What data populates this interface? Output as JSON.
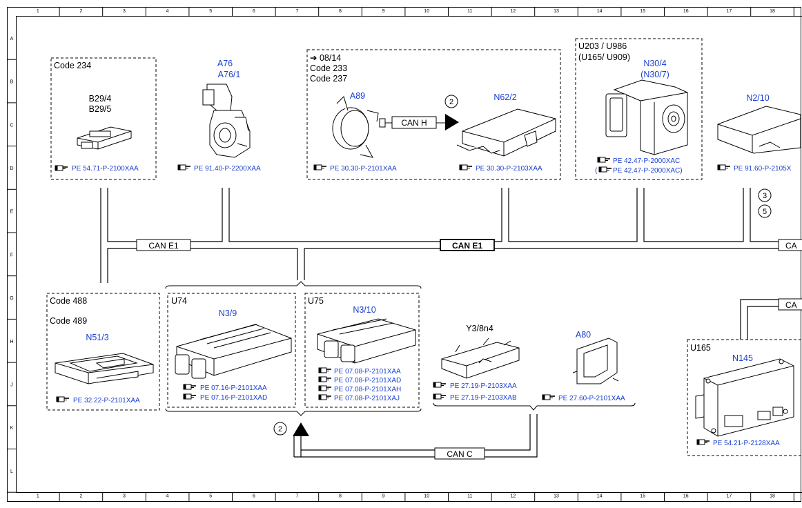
{
  "ruler": {
    "columns": [
      "1",
      "2",
      "3",
      "4",
      "5",
      "6",
      "7",
      "8",
      "9",
      "10",
      "11",
      "12",
      "13",
      "14",
      "15",
      "16",
      "17",
      "18"
    ],
    "rows": [
      "A",
      "B",
      "C",
      "D",
      "E",
      "F",
      "G",
      "H",
      "J",
      "K",
      "L"
    ]
  },
  "modules": {
    "b29": {
      "code1": "Code 234",
      "id1": "B29/4",
      "id2": "B29/5",
      "ref": "PE 54.71-P-2100XAA"
    },
    "a76": {
      "id1": "A76",
      "id2": "A76/1",
      "ref": "PE 91.40-P-2200XAA"
    },
    "a89_group": {
      "arrow_note": "➔ 08/14",
      "code1": "Code 233",
      "code2": "Code 237",
      "a89_id": "A89",
      "a89_ref": "PE 30.30-P-2101XAA",
      "can_h": "CAN H",
      "circle": "2",
      "n62_id": "N62/2",
      "n62_ref": "PE 30.30-P-2103XAA"
    },
    "n30": {
      "note1": "U203 / U986",
      "note2": "(U165/ U909)",
      "id1": "N30/4",
      "id2": "(N30/7)",
      "ref1": "PE 42.47-P-2000XAC",
      "ref2": "PE 42.47-P-2000XAC)",
      "ref2_prefix": "("
    },
    "n2": {
      "id": "N2/10",
      "ref": "PE 91.60-P-2105X",
      "circle1": "3",
      "circle2": "5"
    },
    "n51": {
      "code1": "Code 488",
      "code2": "Code 489",
      "id": "N51/3",
      "ref": "PE 32.22-P-2101XAA"
    },
    "n3_9": {
      "variant": "U74",
      "id": "N3/9",
      "ref1": "PE 07.16-P-2101XAA",
      "ref2": "PE 07.16-P-2101XAD"
    },
    "n3_10": {
      "variant": "U75",
      "id": "N3/10",
      "refs": [
        "PE 07.08-P-2101XAA",
        "PE 07.08-P-2101XAD",
        "PE 07.08-P-2101XAH",
        "PE 07.08-P-2101XAJ"
      ]
    },
    "y3": {
      "id": "Y3/8n4",
      "ref1": "PE 27.19-P-2103XAA",
      "ref2": "PE 27.19-P-2103XAB"
    },
    "a80": {
      "id": "A80",
      "ref": "PE 27.60-P-2101XAA"
    },
    "n145": {
      "variant": "U165",
      "id": "N145",
      "ref": "PE 54.21-P-2128XAA"
    }
  },
  "bus": {
    "can_e1_left": "CAN E1",
    "can_e1_center": "CAN E1",
    "can_right_top": "CA",
    "can_right_bottom": "CA",
    "can_c": "CAN C",
    "circle_bottom": "2"
  },
  "colors": {
    "label_blue": "#1a3fd0",
    "line": "#000000"
  }
}
